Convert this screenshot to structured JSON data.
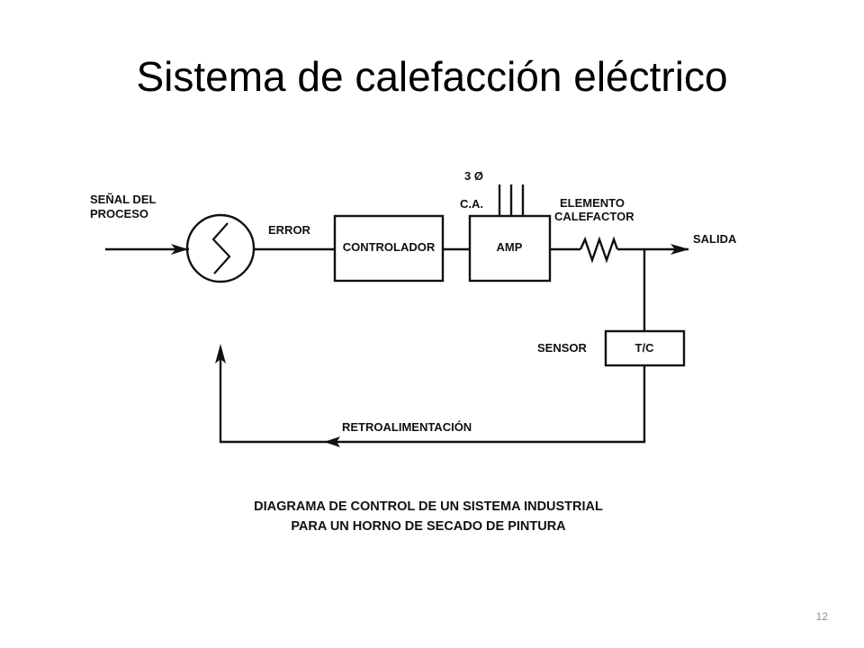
{
  "slide": {
    "title": "Sistema de calefacción eléctrico",
    "page_number": "12"
  },
  "diagram": {
    "labels": {
      "input_line1": "SEÑAL DEL",
      "input_line2": "PROCESO",
      "error": "ERROR",
      "controller": "CONTROLADOR",
      "three_phase": "3 Ø",
      "ac": "C.A.",
      "amp": "AMP",
      "heater_line1": "ELEMENTO",
      "heater_line2": "CALEFACTOR",
      "output": "SALIDA",
      "sensor": "SENSOR",
      "tc": "T/C",
      "feedback": "RETROALIMENTACIÓN"
    },
    "caption_line1": "DIAGRAMA DE CONTROL DE UN SISTEMA INDUSTRIAL",
    "caption_line2": "PARA UN HORNO DE SECADO DE PINTURA"
  }
}
